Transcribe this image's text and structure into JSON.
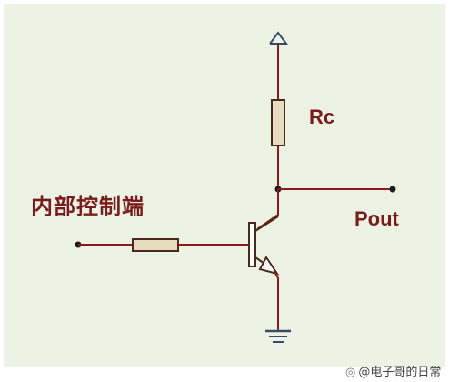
{
  "diagram": {
    "resistor_collector_label": "Rc",
    "output_label": "Pout",
    "input_label": "内部控制端"
  },
  "watermark": {
    "text": "@电子哥的日常",
    "icon": "wechat-icon"
  },
  "colors": {
    "background": "#ecf2e4",
    "wire": "#8b1a1a",
    "component_outline": "#4a2a1a",
    "resistor_fill": "#e8dcc0",
    "node": "#1a1a1a",
    "rail": "#3a4a6a"
  }
}
